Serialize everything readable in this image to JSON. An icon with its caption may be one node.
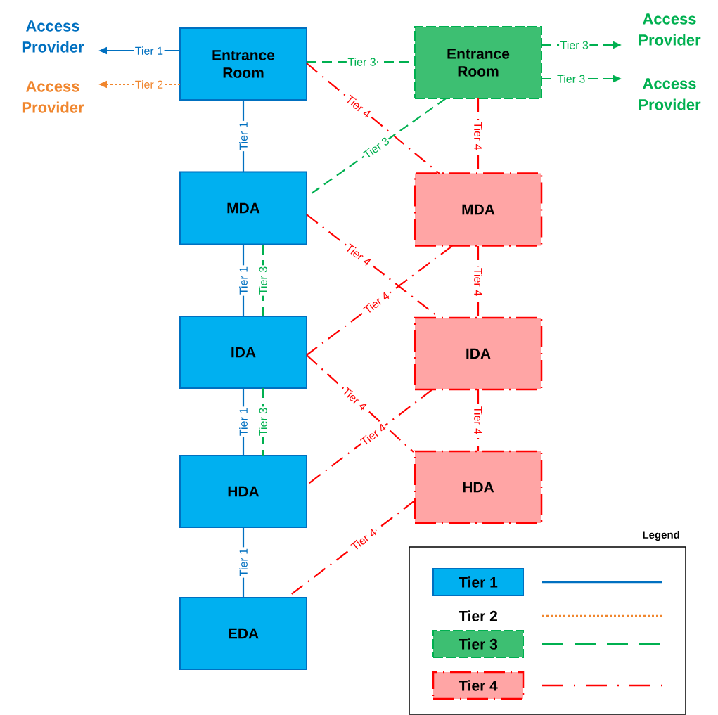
{
  "diagram": {
    "nodes": [
      {
        "text": [
          "Access Provider"
        ]
      },
      {
        "text": [
          "Access Provider"
        ]
      },
      {
        "text": [
          "Entrance Room"
        ]
      },
      {
        "text": [
          "Entrance Room"
        ]
      },
      {
        "text": [
          "Access Provider"
        ]
      },
      {
        "text": [
          "Access Provider"
        ]
      },
      {
        "text": [
          "MDA"
        ]
      },
      {
        "text": [
          "MDA"
        ]
      },
      {
        "text": [
          "IDA"
        ]
      },
      {
        "text": [
          "IDA"
        ]
      },
      {
        "text": [
          "HDA"
        ]
      },
      {
        "text": [
          "HDA"
        ]
      },
      {
        "text": [
          "EDA"
        ]
      }
    ],
    "edges": [
      {
        "from": 2,
        "to": 0,
        "arrow": "to",
        "label": "Tier 1",
        "color": "#0070c0"
      },
      {
        "from": 2,
        "to": 1,
        "arrow": "to",
        "label": "Tier 2",
        "style": "dashed",
        "color": "#f0862e"
      },
      {
        "from": 2,
        "to": 6,
        "arrow": "none",
        "label": "Tier 1",
        "color": "#0070c0"
      },
      {
        "from": 2,
        "to": 3,
        "arrow": "none",
        "label": "Tier 3",
        "style": "dashed",
        "color": "#00b050"
      },
      {
        "from": 2,
        "to": 7,
        "arrow": "none",
        "label": "Tier 4",
        "style": "dashed",
        "color": "#ff0000"
      },
      {
        "from": 3,
        "to": 4,
        "arrow": "to",
        "label": "Tier 3",
        "style": "dashed",
        "color": "#00b050"
      },
      {
        "from": 3,
        "to": 5,
        "arrow": "to",
        "label": "Tier 3",
        "style": "dashed",
        "color": "#00b050"
      },
      {
        "from": 3,
        "to": 6,
        "arrow": "none",
        "label": "Tier 3",
        "style": "dashed",
        "color": "#00b050"
      },
      {
        "from": 3,
        "to": 7,
        "arrow": "none",
        "label": "Tier 4",
        "style": "dashed",
        "color": "#ff0000"
      },
      {
        "from": 6,
        "to": 8,
        "arrow": "none",
        "label": "Tier 1",
        "color": "#0070c0"
      },
      {
        "from": 6,
        "to": 8,
        "arrow": "none",
        "label": "Tier 3",
        "style": "dashed",
        "color": "#00b050"
      },
      {
        "from": 6,
        "to": 9,
        "arrow": "none",
        "label": "Tier 4",
        "style": "dashed",
        "color": "#ff0000"
      },
      {
        "from": 7,
        "to": 8,
        "arrow": "none",
        "label": "Tier 4",
        "style": "dashed",
        "color": "#ff0000"
      },
      {
        "from": 7,
        "to": 9,
        "arrow": "none",
        "label": "Tier 4",
        "style": "dashed",
        "color": "#ff0000"
      },
      {
        "from": 8,
        "to": 10,
        "arrow": "none",
        "label": "Tier 1",
        "color": "#0070c0"
      },
      {
        "from": 8,
        "to": 10,
        "arrow": "none",
        "label": "Tier 3",
        "style": "dashed",
        "color": "#00b050"
      },
      {
        "from": 8,
        "to": 11,
        "arrow": "none",
        "label": "Tier 4",
        "style": "dashed",
        "color": "#ff0000"
      },
      {
        "from": 9,
        "to": 10,
        "arrow": "none",
        "label": "Tier 4",
        "style": "dashed",
        "color": "#ff0000"
      },
      {
        "from": 9,
        "to": 11,
        "arrow": "none",
        "label": "Tier 4",
        "style": "dashed",
        "color": "#ff0000"
      },
      {
        "from": 10,
        "to": 12,
        "arrow": "none",
        "label": "Tier 1",
        "color": "#0070c0"
      },
      {
        "from": 11,
        "to": 12,
        "arrow": "none",
        "label": "Tier 4",
        "style": "dashed",
        "color": "#ff0000"
      }
    ],
    "labels": [
      "Legend"
    ],
    "legend": [
      {
        "text": "Tier 1"
      },
      {
        "text": "Tier 2"
      },
      {
        "text": "Tier 3"
      },
      {
        "text": "Tier 4"
      }
    ]
  }
}
